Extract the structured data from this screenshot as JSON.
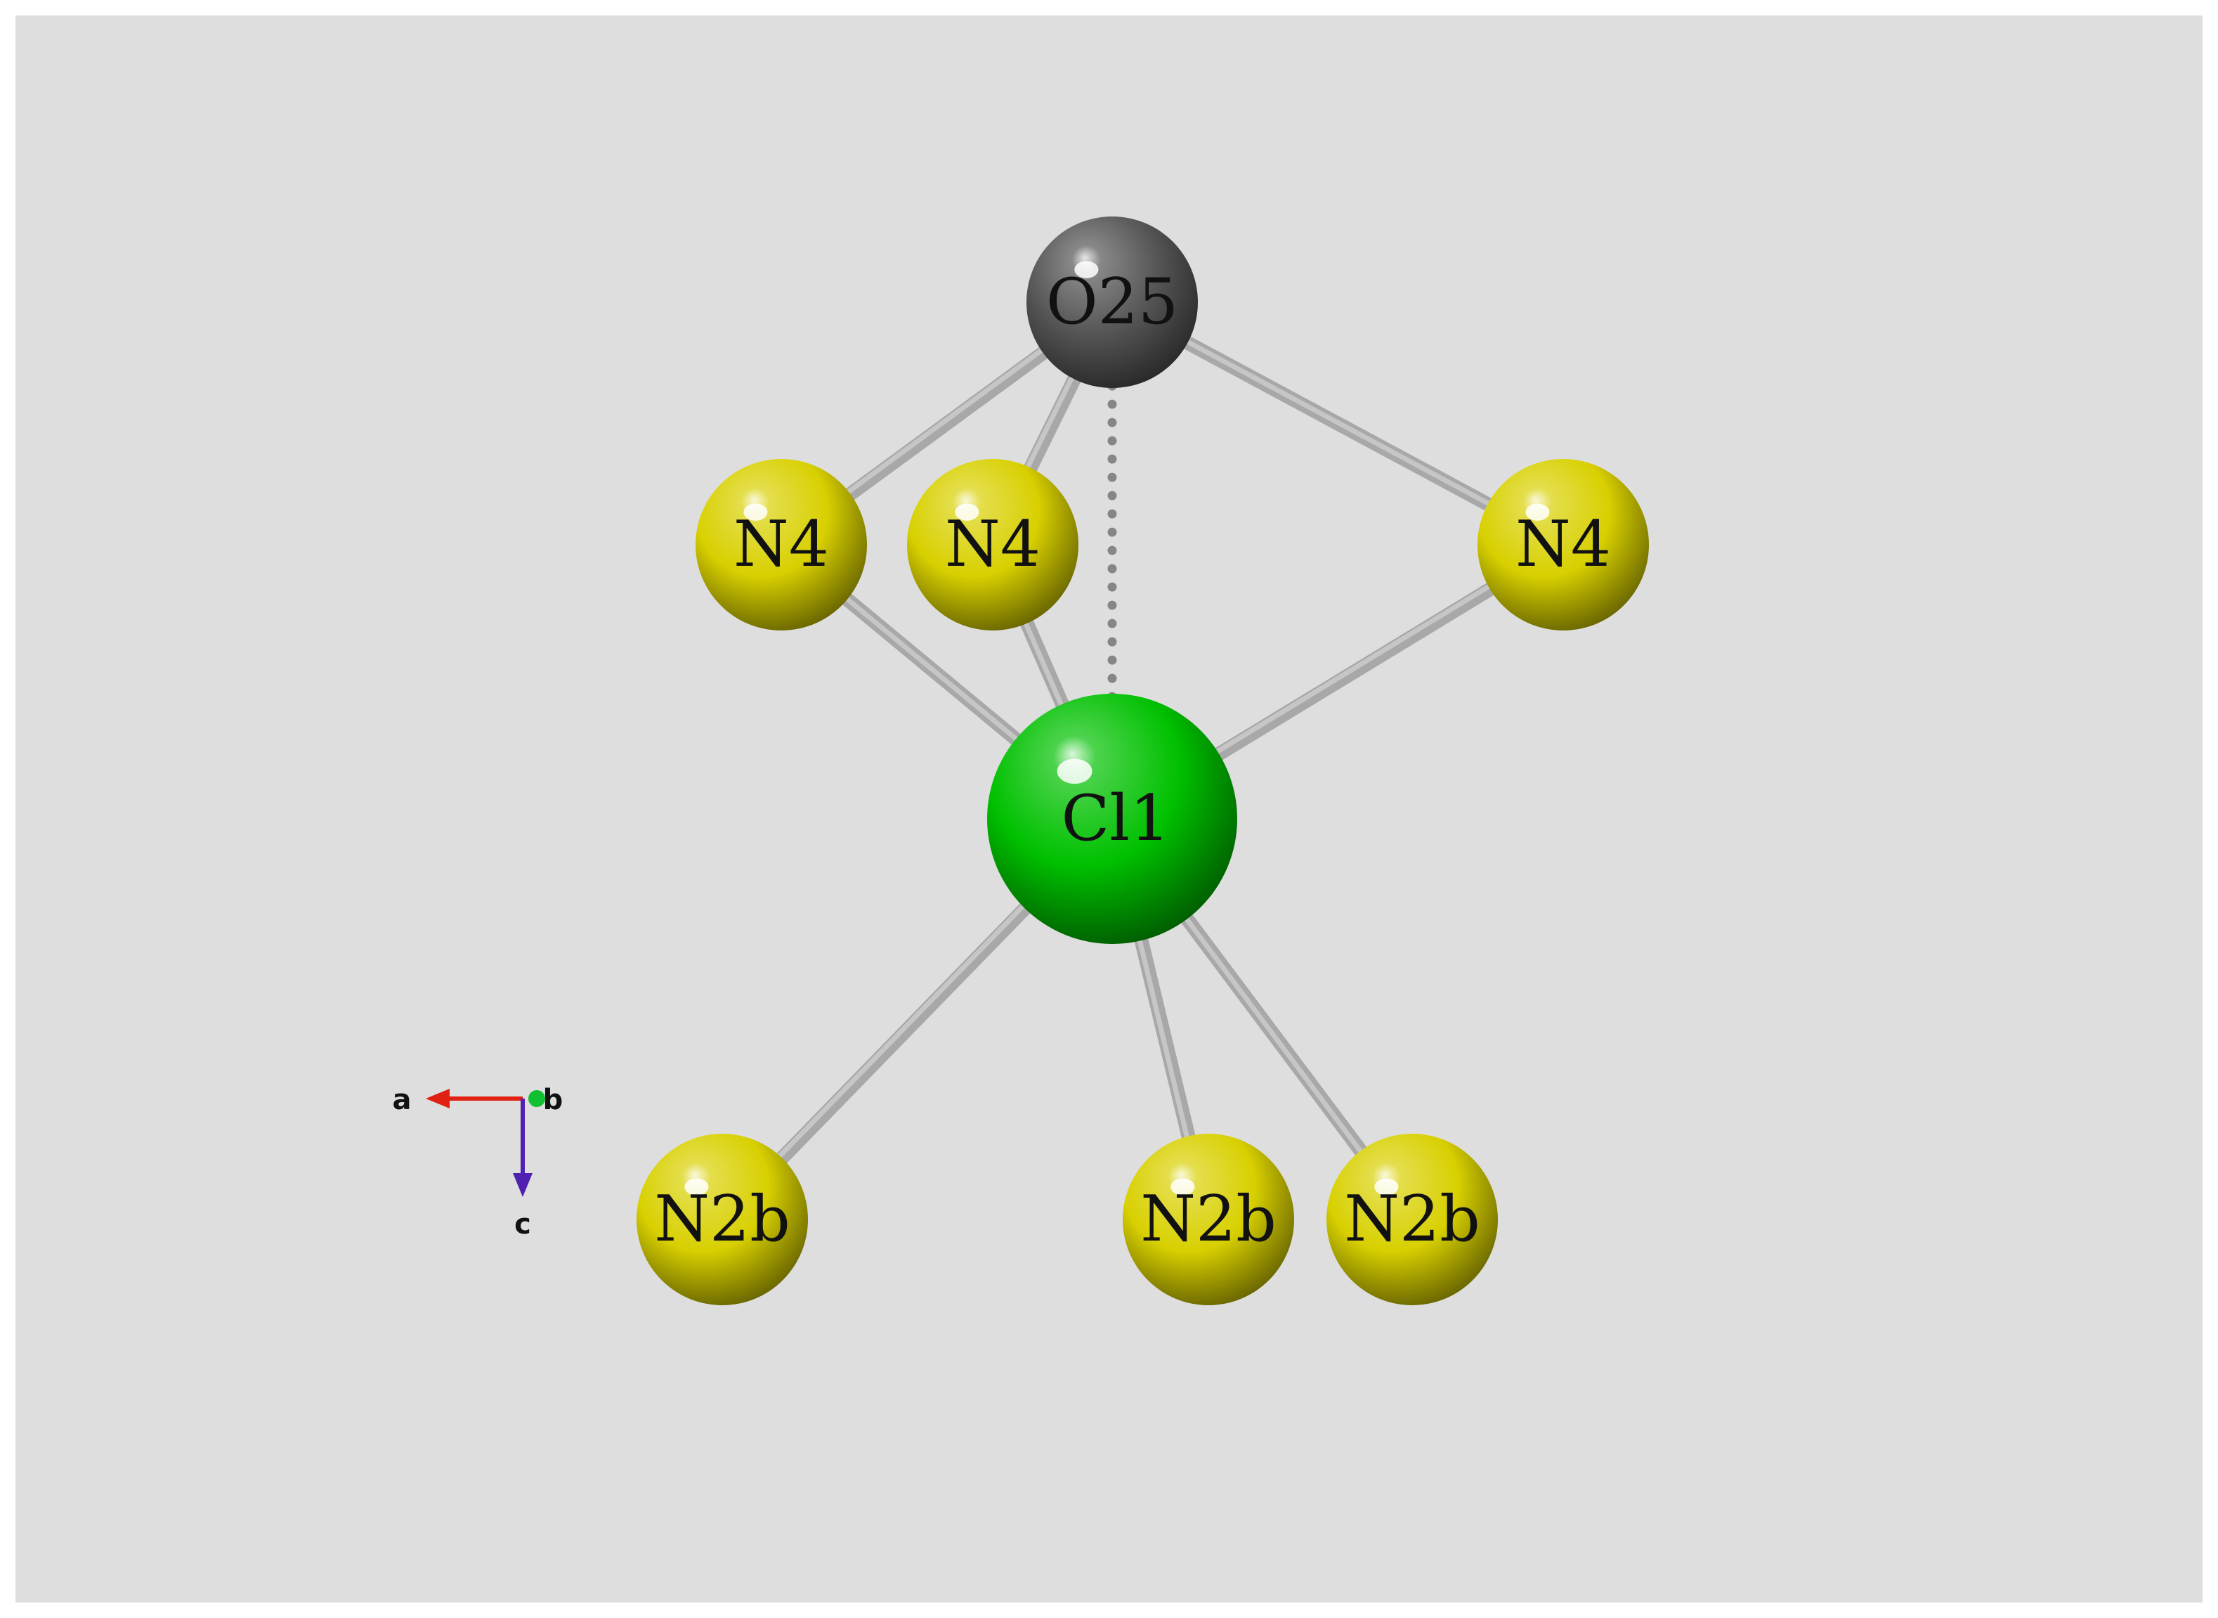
{
  "atoms": [
    {
      "id": "O25",
      "label": "O25",
      "element": "O",
      "color": "#555555"
    },
    {
      "id": "N4a",
      "label": "N4",
      "element": "N",
      "color": "#d8d000"
    },
    {
      "id": "N4b",
      "label": "N4",
      "element": "N",
      "color": "#d8d000"
    },
    {
      "id": "N4c",
      "label": "N4",
      "element": "N",
      "color": "#d8d000"
    },
    {
      "id": "Cl1",
      "label": "Cl1",
      "element": "Cl",
      "color": "#00c000"
    },
    {
      "id": "N2ba",
      "label": "N2b",
      "element": "N",
      "color": "#d8d000"
    },
    {
      "id": "N2bb",
      "label": "N2b",
      "element": "N",
      "color": "#d8d000"
    },
    {
      "id": "N2bc",
      "label": "N2b",
      "element": "N",
      "color": "#d8d000"
    }
  ],
  "bonds": [
    {
      "from": "O25",
      "to": "N4a",
      "style": "solid"
    },
    {
      "from": "O25",
      "to": "N4b",
      "style": "solid"
    },
    {
      "from": "O25",
      "to": "N4c",
      "style": "solid"
    },
    {
      "from": "N4a",
      "to": "Cl1",
      "style": "solid"
    },
    {
      "from": "N4b",
      "to": "Cl1",
      "style": "solid"
    },
    {
      "from": "N4c",
      "to": "Cl1",
      "style": "solid"
    },
    {
      "from": "O25",
      "to": "Cl1",
      "style": "dotted"
    },
    {
      "from": "Cl1",
      "to": "N2ba",
      "style": "solid"
    },
    {
      "from": "Cl1",
      "to": "N2bb",
      "style": "solid"
    },
    {
      "from": "Cl1",
      "to": "N2bc",
      "style": "solid"
    }
  ],
  "axes": {
    "a": {
      "label": "a",
      "color": "#e02010"
    },
    "b": {
      "label": "b",
      "color": "#10c030"
    },
    "c": {
      "label": "c",
      "color": "#5020b0"
    }
  },
  "colors": {
    "background": "#dedede",
    "bond": "#a8a8a8"
  }
}
